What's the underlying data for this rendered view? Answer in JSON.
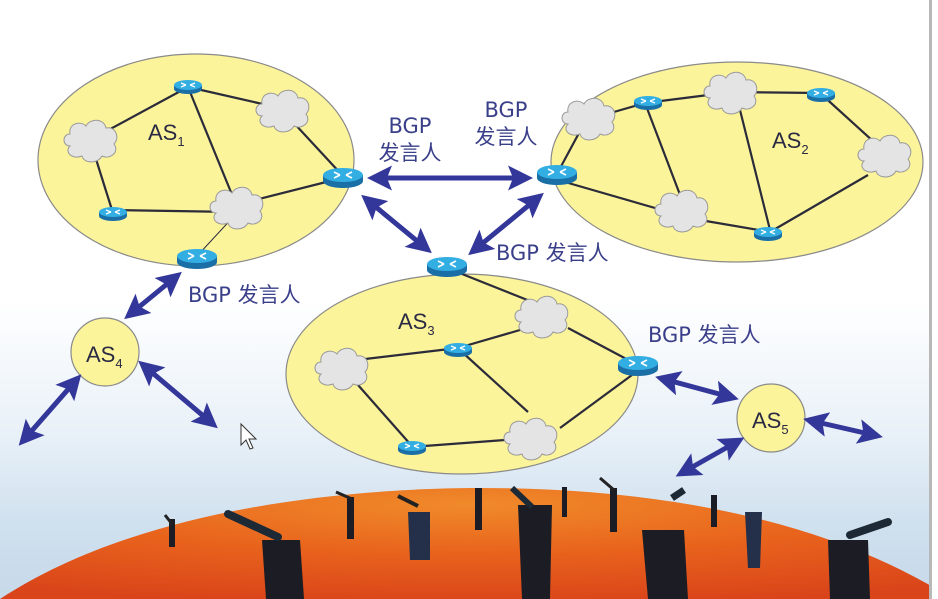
{
  "diagram": {
    "title": "BGP speakers between autonomous systems",
    "colors": {
      "as_fill": "#fcf49a",
      "as_stroke": "#8a8a8a",
      "arrow": "#34379a",
      "label_text": "#3a3f8a",
      "router_top": "#2fa8df",
      "router_side": "#1a6fa6",
      "cloud_fill": "#e4e4e4",
      "globe": "#e8591a"
    },
    "autonomous_systems": [
      {
        "id": "AS1",
        "name": "AS",
        "sub": "1",
        "kind": "large"
      },
      {
        "id": "AS2",
        "name": "AS",
        "sub": "2",
        "kind": "large"
      },
      {
        "id": "AS3",
        "name": "AS",
        "sub": "3",
        "kind": "large"
      },
      {
        "id": "AS4",
        "name": "AS",
        "sub": "4",
        "kind": "small"
      },
      {
        "id": "AS5",
        "name": "AS",
        "sub": "5",
        "kind": "small"
      }
    ],
    "labels": {
      "as1_speaker_top_line1": "BGP",
      "as1_speaker_top_line2": "发言人",
      "as2_speaker_top_line1": "BGP",
      "as2_speaker_top_line2": "发言人",
      "as3_top_speaker": "BGP 发言人",
      "as1_bottom_speaker": "BGP 发言人",
      "as3_right_speaker": "BGP 发言人"
    },
    "connections": [
      {
        "from": "AS1 BGP speaker",
        "to": "AS2 BGP speaker"
      },
      {
        "from": "AS1 BGP speaker",
        "to": "AS3 BGP speaker"
      },
      {
        "from": "AS2 BGP speaker",
        "to": "AS3 BGP speaker"
      },
      {
        "from": "AS1 bottom BGP speaker",
        "to": "AS4"
      },
      {
        "from": "AS3 right BGP speaker",
        "to": "AS5"
      },
      {
        "from": "AS4",
        "to": "external (lower-left)"
      },
      {
        "from": "AS4",
        "to": "external (lower-right)"
      },
      {
        "from": "AS5",
        "to": "external (right)"
      },
      {
        "from": "AS5",
        "to": "external (lower-left)"
      }
    ],
    "background": "Orange globe with business people looking through telescopes"
  }
}
